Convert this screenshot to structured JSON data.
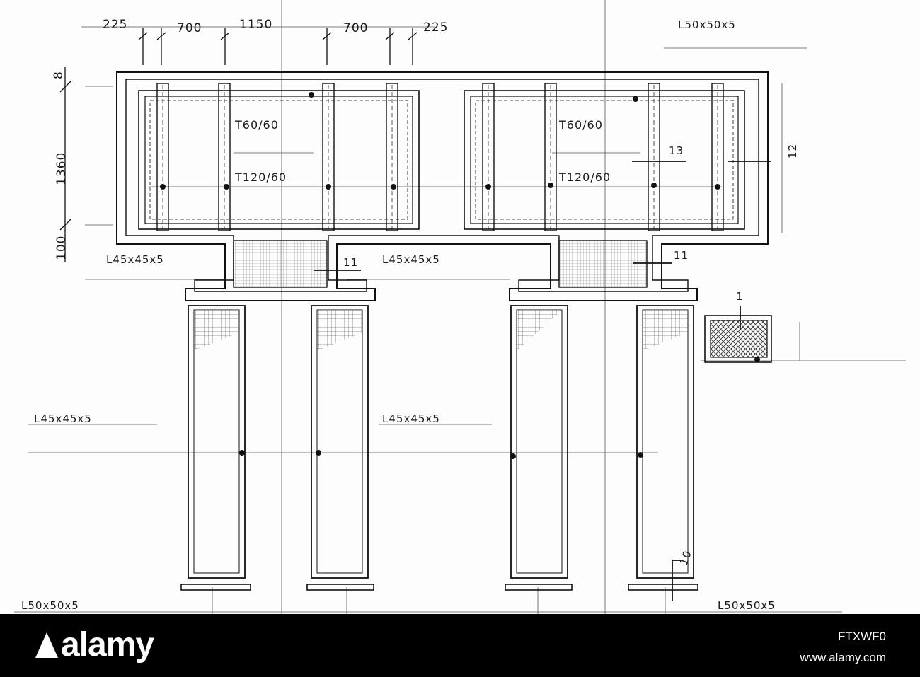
{
  "drawing": {
    "dims_top": [
      "225",
      "700",
      "1150",
      "700",
      "225"
    ],
    "dims_left": [
      "8",
      "1360",
      "100"
    ],
    "labels": {
      "angle_top_right": "L50x50x5",
      "angle_bottom_left": "L50x50x5",
      "angle_bottom_right": "L50x50x5",
      "angle_mid_left": "L45x45x5",
      "angle_mid_center": "L45x45x5",
      "leg_left": "L45x45x5",
      "leg_center": "L45x45x5",
      "tube_upper_left": "T60/60",
      "tube_lower_left": "T120/60",
      "tube_upper_right": "T60/60",
      "tube_lower_right": "T120/60"
    },
    "markers": {
      "m13": "13",
      "m12": "12",
      "m11a": "11",
      "m11b": "11",
      "m1": "1",
      "m10": "10"
    }
  },
  "footer": {
    "brand": "alamy",
    "image_id": "FTXWF0",
    "url": "www.alamy.com"
  }
}
